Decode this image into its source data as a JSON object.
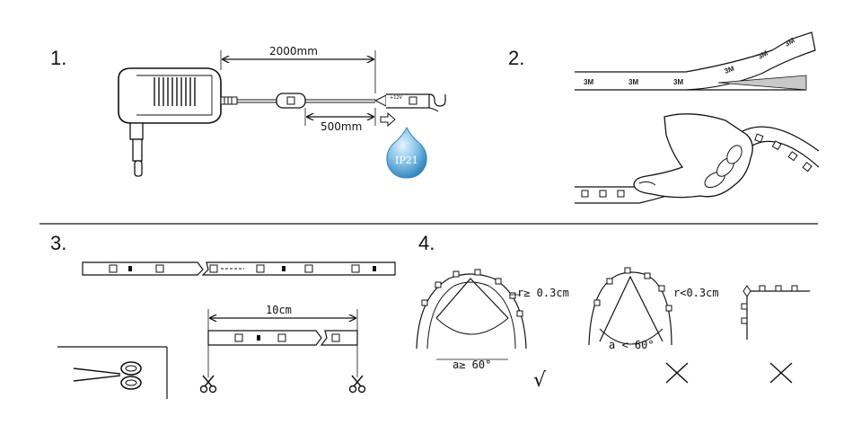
{
  "steps": [
    "1.",
    "2.",
    "3.",
    "4."
  ],
  "step1": {
    "cable_length": "2000mm",
    "lead_length": "500mm",
    "voltage_mark": "+12V",
    "ip_rating": "IP21"
  },
  "step2": {
    "tape_brand": "3M"
  },
  "step3": {
    "cut_interval": "10cm"
  },
  "step4": {
    "radius_ok": "r≥ 0.3cm",
    "radius_bad": "r<0.3cm",
    "angle_ok": "a≥ 60°",
    "angle_bad": "a < 60°",
    "ok_mark": "√"
  },
  "colors": {
    "ip_drop": "#5fa8d8",
    "ip_drop_light": "#cfe7f7"
  },
  "icons": [
    "power-adapter-icon",
    "water-drop-icon",
    "scissors-icon",
    "check-icon",
    "cross-icon"
  ]
}
